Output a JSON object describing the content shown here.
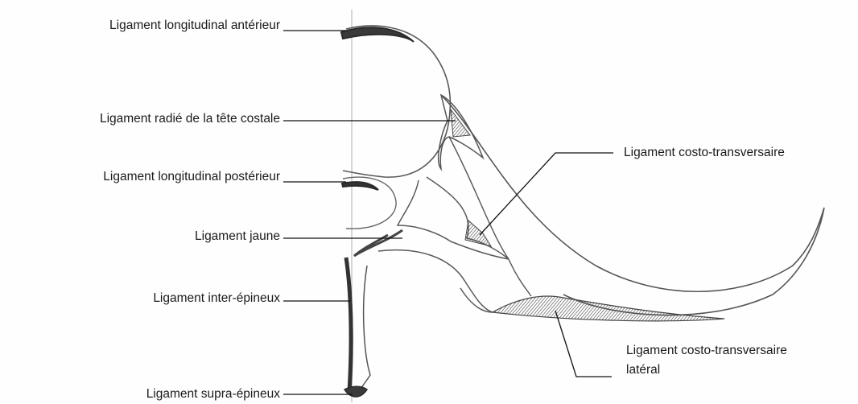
{
  "labels": {
    "anterior_longitudinal": "Ligament longitudinal antérieur",
    "radiate_head": "Ligament  radié de la tête costale",
    "posterior_longitudinal": "Ligament longitudinal postérieur",
    "flavum": "Ligament jaune",
    "interspinous": "Ligament inter-épineux",
    "supraspinous": "Ligament supra-épineux",
    "costotransverse": "Ligament costo-transversaire",
    "lateral_costotransverse_line1": "Ligament costo-transversaire",
    "lateral_costotransverse_line2": "latéral"
  },
  "colors": {
    "pencil": "#555555",
    "pencil_dark": "#2a2a2a",
    "ligament_fill": "#6e6e6e",
    "leader": "#111111"
  }
}
